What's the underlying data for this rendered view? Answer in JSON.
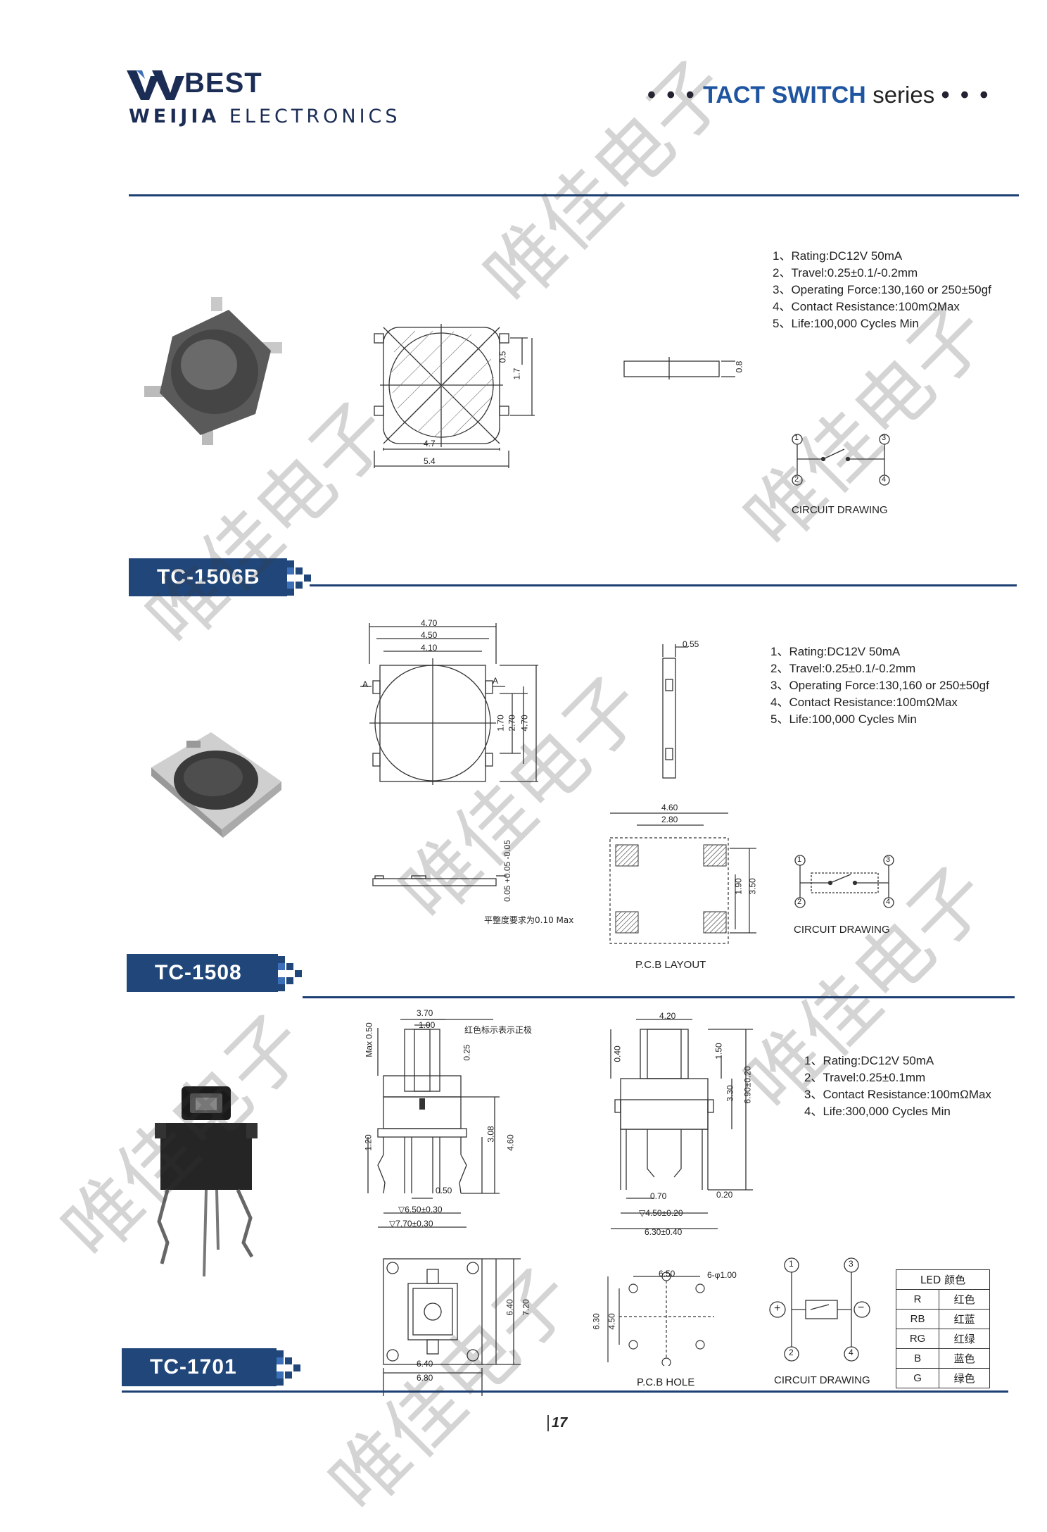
{
  "header": {
    "brand": "BEST",
    "company_bold": "WEIJIA",
    "company_rest": "ELECTRONICS",
    "series_dots_left": "• • •",
    "series_bold": "TACT SWITCH",
    "series_word": "series",
    "series_dots_right": "• • •"
  },
  "watermark_text": "唯佳电子",
  "sections": {
    "tc1506b": {
      "model": "TC-1506B",
      "specs": [
        "1、Rating:DC12V 50mA",
        "2、Travel:0.25±0.1/-0.2mm",
        "3、Operating Force:130,160 or 250±50gf",
        "4、Contact Resistance:100mΩMax",
        "5、Life:100,000 Cycles Min"
      ],
      "dims": {
        "w1": "4.7",
        "w2": "5.4",
        "h1": "0.5",
        "h2": "1.7",
        "t": "0.8"
      },
      "circuit_caption": "CIRCUIT DRAWING",
      "pins": [
        "1",
        "2",
        "3",
        "4"
      ]
    },
    "tc1508": {
      "model": "TC-1508",
      "specs": [
        "1、Rating:DC12V 50mA",
        "2、Travel:0.25±0.1/-0.2mm",
        "3、Operating Force:130,160 or 250±50gf",
        "4、Contact Resistance:100mΩMax",
        "5、Life:100,000 Cycles Min"
      ],
      "dims": {
        "top1": "4.70",
        "top2": "4.50",
        "top3": "4.10",
        "side": "0.55",
        "v1": "1.70",
        "v2": "2.70",
        "v3": "4.70",
        "a": "A",
        "thick": "0.05",
        "tol": "+0.05 -0.05",
        "pcb_w1": "4.60",
        "pcb_w2": "2.80",
        "pcb_h1": "1.90",
        "pcb_h2": "3.50"
      },
      "flatness_note": "平整度要求为0.10 Max",
      "pcb_caption": "P.C.B LAYOUT",
      "circuit_caption": "CIRCUIT DRAWING",
      "pins": [
        "1",
        "2",
        "3",
        "4"
      ]
    },
    "tc1701": {
      "model": "TC-1701",
      "specs": [
        "1、Rating:DC12V 50mA",
        "2、Travel:0.25±0.1mm",
        "3、Contact Resistance:100mΩMax",
        "4、Life:300,000 Cycles Min"
      ],
      "dims": {
        "d370": "3.70",
        "d100": "1.00",
        "note": "红色标示表示正极",
        "max050": "Max 0.50",
        "d025": "0.25",
        "d120": "1.20",
        "d308": "3.08",
        "d460": "4.60",
        "d050": "0.50",
        "d650": "▽6.50±0.30",
        "d770": "▽7.70±0.30",
        "d420": "4.20",
        "d040": "0.40",
        "d150": "1.50",
        "d330": "3.30",
        "d690": "6.90±0.20",
        "d070": "0.70",
        "d450": "▽4.50±0.20",
        "d020": "0.20",
        "d630": "6.30±0.40",
        "d640": "6.40",
        "d720": "7.20",
        "d640b": "6.40",
        "d680": "6.80",
        "h650": "6.50",
        "holes": "6-φ1.00",
        "h630": "6.30",
        "h450": "4.50"
      },
      "pcb_caption": "P.C.B HOLE",
      "circuit_caption": "CIRCUIT DRAWING",
      "pins": [
        "1",
        "2",
        "3",
        "4"
      ],
      "plus": "+",
      "minus": "−",
      "led_table": {
        "header": "LED 颜色",
        "rows": [
          {
            "code": "R",
            "name": "红色"
          },
          {
            "code": "RB",
            "name": "红蓝"
          },
          {
            "code": "RG",
            "name": "红绿"
          },
          {
            "code": "B",
            "name": "蓝色"
          },
          {
            "code": "G",
            "name": "绿色"
          }
        ]
      }
    }
  },
  "page_number": "17",
  "colors": {
    "navy": "#20467a",
    "line": "#1d3f73",
    "accent": "#1f55a0"
  }
}
